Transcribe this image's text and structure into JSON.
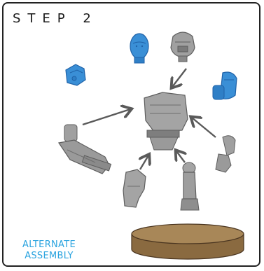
{
  "header": {
    "title": "STEP 2"
  },
  "footer": {
    "label_line1": "ALTERNATE",
    "label_line2": "ASSEMBLY"
  },
  "colors": {
    "accent": "#29a3df",
    "alt_part": "#3a8fd6",
    "alt_part_dark": "#1f62a8",
    "grey_part": "#9a9a9a",
    "grey_part_dark": "#5e5e5e",
    "arrow": "#5a5a5a",
    "base": "#a07e52",
    "base_dark": "#6f5230"
  },
  "parts": [
    {
      "name": "alternate-bare-head",
      "icon": "bare-head-icon",
      "variant": "alternate"
    },
    {
      "name": "helmeted-head",
      "icon": "helmet-head-icon",
      "variant": "standard"
    },
    {
      "name": "alternate-backpack",
      "icon": "backpack-icon",
      "variant": "alternate"
    },
    {
      "name": "alternate-shoulder-pad",
      "icon": "shoulder-pad-icon",
      "variant": "alternate"
    },
    {
      "name": "torso",
      "icon": "torso-icon",
      "variant": "standard"
    },
    {
      "name": "heavy-weapon-arm",
      "icon": "heavy-weapon-arm-icon",
      "variant": "standard"
    },
    {
      "name": "right-arm",
      "icon": "arm-icon",
      "variant": "standard"
    },
    {
      "name": "left-leg",
      "icon": "leg-icon",
      "variant": "standard"
    },
    {
      "name": "right-leg",
      "icon": "leg-icon",
      "variant": "standard"
    },
    {
      "name": "round-base",
      "icon": "base-icon",
      "variant": "standard"
    }
  ]
}
